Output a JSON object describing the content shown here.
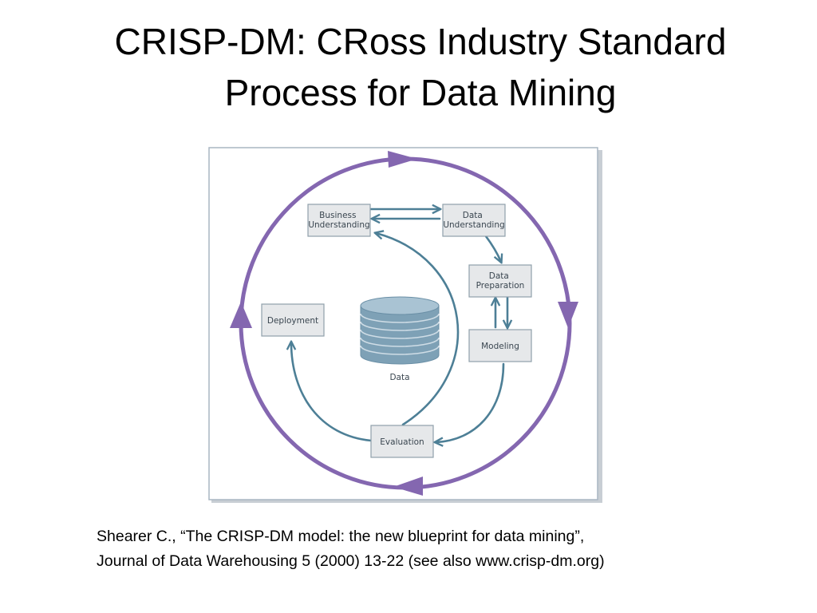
{
  "title": {
    "line1": "CRISP-DM: CRoss Industry Standard",
    "line2": "Process for Data Mining"
  },
  "diagram": {
    "colors": {
      "outer_cycle": "#8467b0",
      "inner_arrows": "#4d7f96",
      "box_fill": "#e6e8ea",
      "box_stroke": "#8fa0ab",
      "cylinder_fill": "#7ea1b6",
      "cylinder_line": "#cfdde6",
      "frame_stroke": "#a9b6c2"
    },
    "nodes": {
      "business_understanding": [
        "Business",
        "Understanding"
      ],
      "data_understanding": [
        "Data",
        "Understanding"
      ],
      "data_preparation": [
        "Data",
        "Preparation"
      ],
      "modeling": "Modeling",
      "evaluation": "Evaluation",
      "deployment": "Deployment",
      "data": "Data"
    }
  },
  "citation": {
    "line1": "Shearer C., “The CRISP-DM model: the new blueprint for data mining”,",
    "line2": "Journal of Data Warehousing 5 (2000) 13-22 (see also www.crisp-dm.org)"
  }
}
